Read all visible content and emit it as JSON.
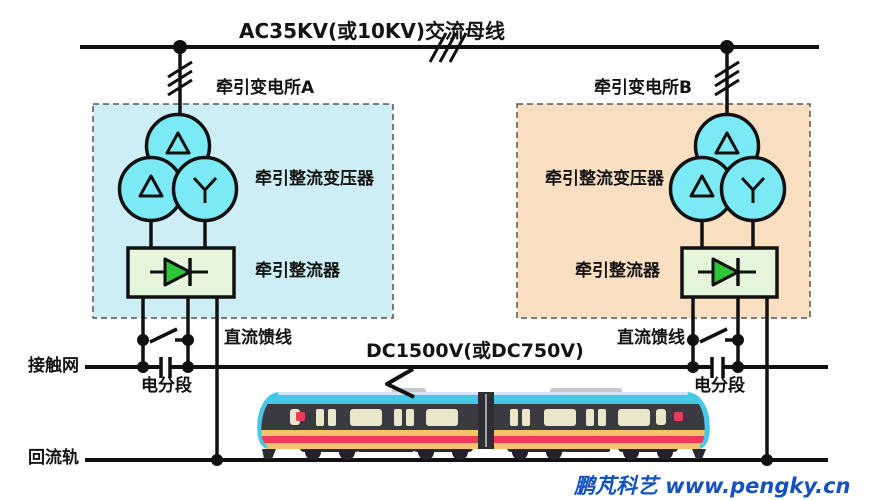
{
  "bus": {
    "label": "AC35KV(或10KV)交流母线"
  },
  "substation_a": {
    "name": "牵引变电所A",
    "transformer_label": "牵引整流变压器",
    "rectifier_label": "牵引整流器",
    "feeder_label": "直流馈线",
    "section_label": "电分段",
    "box_fill": "#cdeef5"
  },
  "substation_b": {
    "name": "牵引变电所B",
    "transformer_label": "牵引整流变压器",
    "rectifier_label": "牵引整流器",
    "feeder_label": "直流馈线",
    "section_label": "电分段",
    "box_fill": "#f9dfc1"
  },
  "catenary": {
    "label": "接触网",
    "voltage_label": "DC1500V(或DC750V)"
  },
  "rail": {
    "label": "回流轨"
  },
  "watermark": {
    "text": "鹏芃科艺 www.pengky.cn",
    "color": "#1352c0"
  },
  "colors": {
    "line": "#111111",
    "transformer_fill": "#7ceaf4",
    "rectifier_fill": "#e4f5dc",
    "diode_green": "#2ec437",
    "train_cyan": "#45c8e8",
    "train_dark": "#3a3a40",
    "train_window": "#e9e6c9",
    "train_yellow": "#f6c468",
    "train_red": "#ee3a5a"
  }
}
